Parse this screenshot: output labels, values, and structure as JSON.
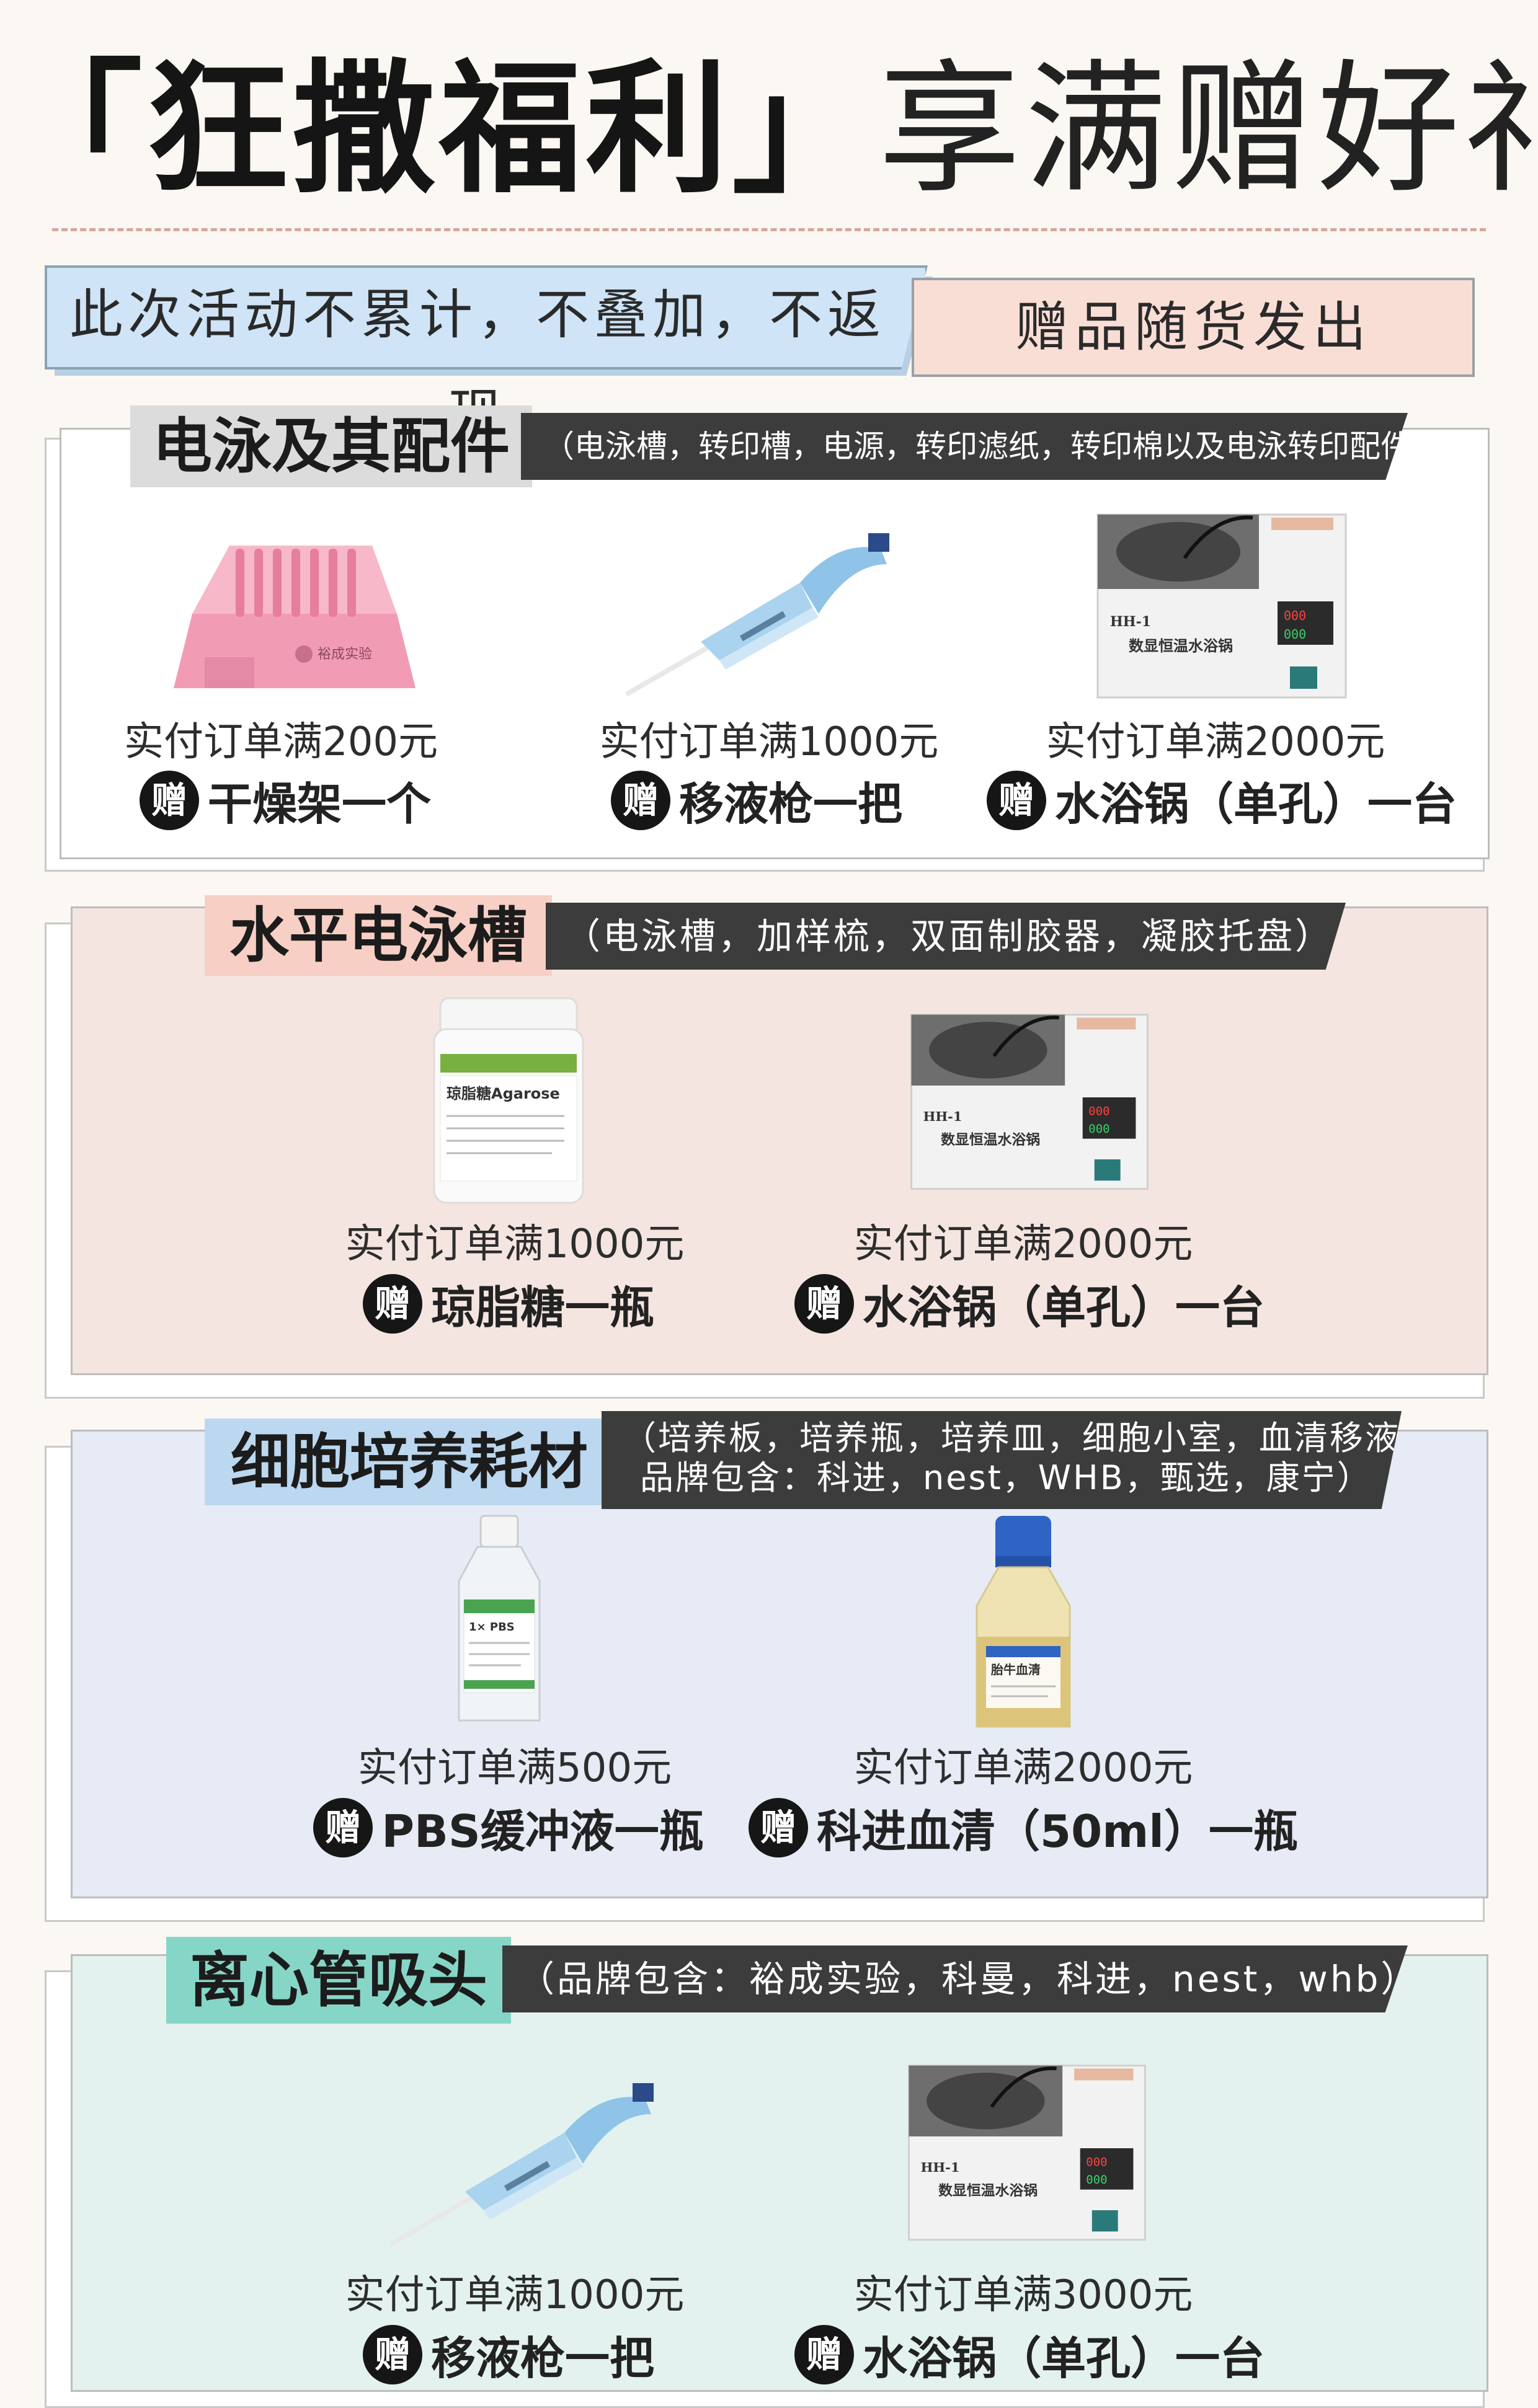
{
  "headline": {
    "left": "「狂撒福利」",
    "right": "享满赠好礼"
  },
  "banner": {
    "left": "此次活动不累计，不叠加，不返现",
    "right": "赠品随货发出"
  },
  "gift_badge": "赠",
  "colors": {
    "section1": "#ffffff",
    "section2": "#f5e5e0",
    "section3": "#e6ebf5",
    "section4": "#e3f2ef",
    "title_tab1": "#dcdcdc",
    "title_tab2": "#f7cfc4",
    "title_tab3": "#bcd8f0",
    "title_tab4": "#86d6c8"
  },
  "sections": [
    {
      "title": "电泳及其配件",
      "subtitle": "（电泳槽，转印槽，电源，转印滤纸，转印棉以及电泳转印配件）",
      "items": [
        {
          "condition": "实付订单满200元",
          "gift": "干燥架一个",
          "icon": "pink-drying-rack"
        },
        {
          "condition": "实付订单满1000元",
          "gift": "移液枪一把",
          "icon": "pipette"
        },
        {
          "condition": "实付订单满2000元",
          "gift": "水浴锅（单孔）一台",
          "icon": "water-bath"
        }
      ]
    },
    {
      "title": "水平电泳槽",
      "subtitle": "（电泳槽，加样梳，双面制胶器，凝胶托盘）",
      "items": [
        {
          "condition": "实付订单满1000元",
          "gift": "琼脂糖一瓶",
          "icon": "agarose-bottle"
        },
        {
          "condition": "实付订单满2000元",
          "gift": "水浴锅（单孔）一台",
          "icon": "water-bath"
        }
      ]
    },
    {
      "title": "细胞培养耗材",
      "subtitle": "（培养板，培养瓶，培养皿，细胞小室，血清移液管",
      "subtitle2": "品牌包含：科进，nest，WHB，甄选，康宁）",
      "items": [
        {
          "condition": "实付订单满500元",
          "gift": "PBS缓冲液一瓶",
          "icon": "pbs-bottle"
        },
        {
          "condition": "实付订单满2000元",
          "gift": "科进血清（50ml）一瓶",
          "icon": "serum-bottle"
        }
      ]
    },
    {
      "title": "离心管吸头",
      "subtitle": "（品牌包含：裕成实验，科曼，科进，nest，whb）",
      "items": [
        {
          "condition": "实付订单满1000元",
          "gift": "移液枪一把",
          "icon": "pipette"
        },
        {
          "condition": "实付订单满3000元",
          "gift": "水浴锅（单孔）一台",
          "icon": "water-bath"
        }
      ]
    }
  ],
  "product_labels": {
    "rack_brand": "裕成实验",
    "bath_model": "HH-1",
    "bath_name": "数显恒温水浴锅",
    "agarose": "琼脂糖Agarose",
    "pbs": "1× PBS",
    "serum": "胎牛血清"
  }
}
